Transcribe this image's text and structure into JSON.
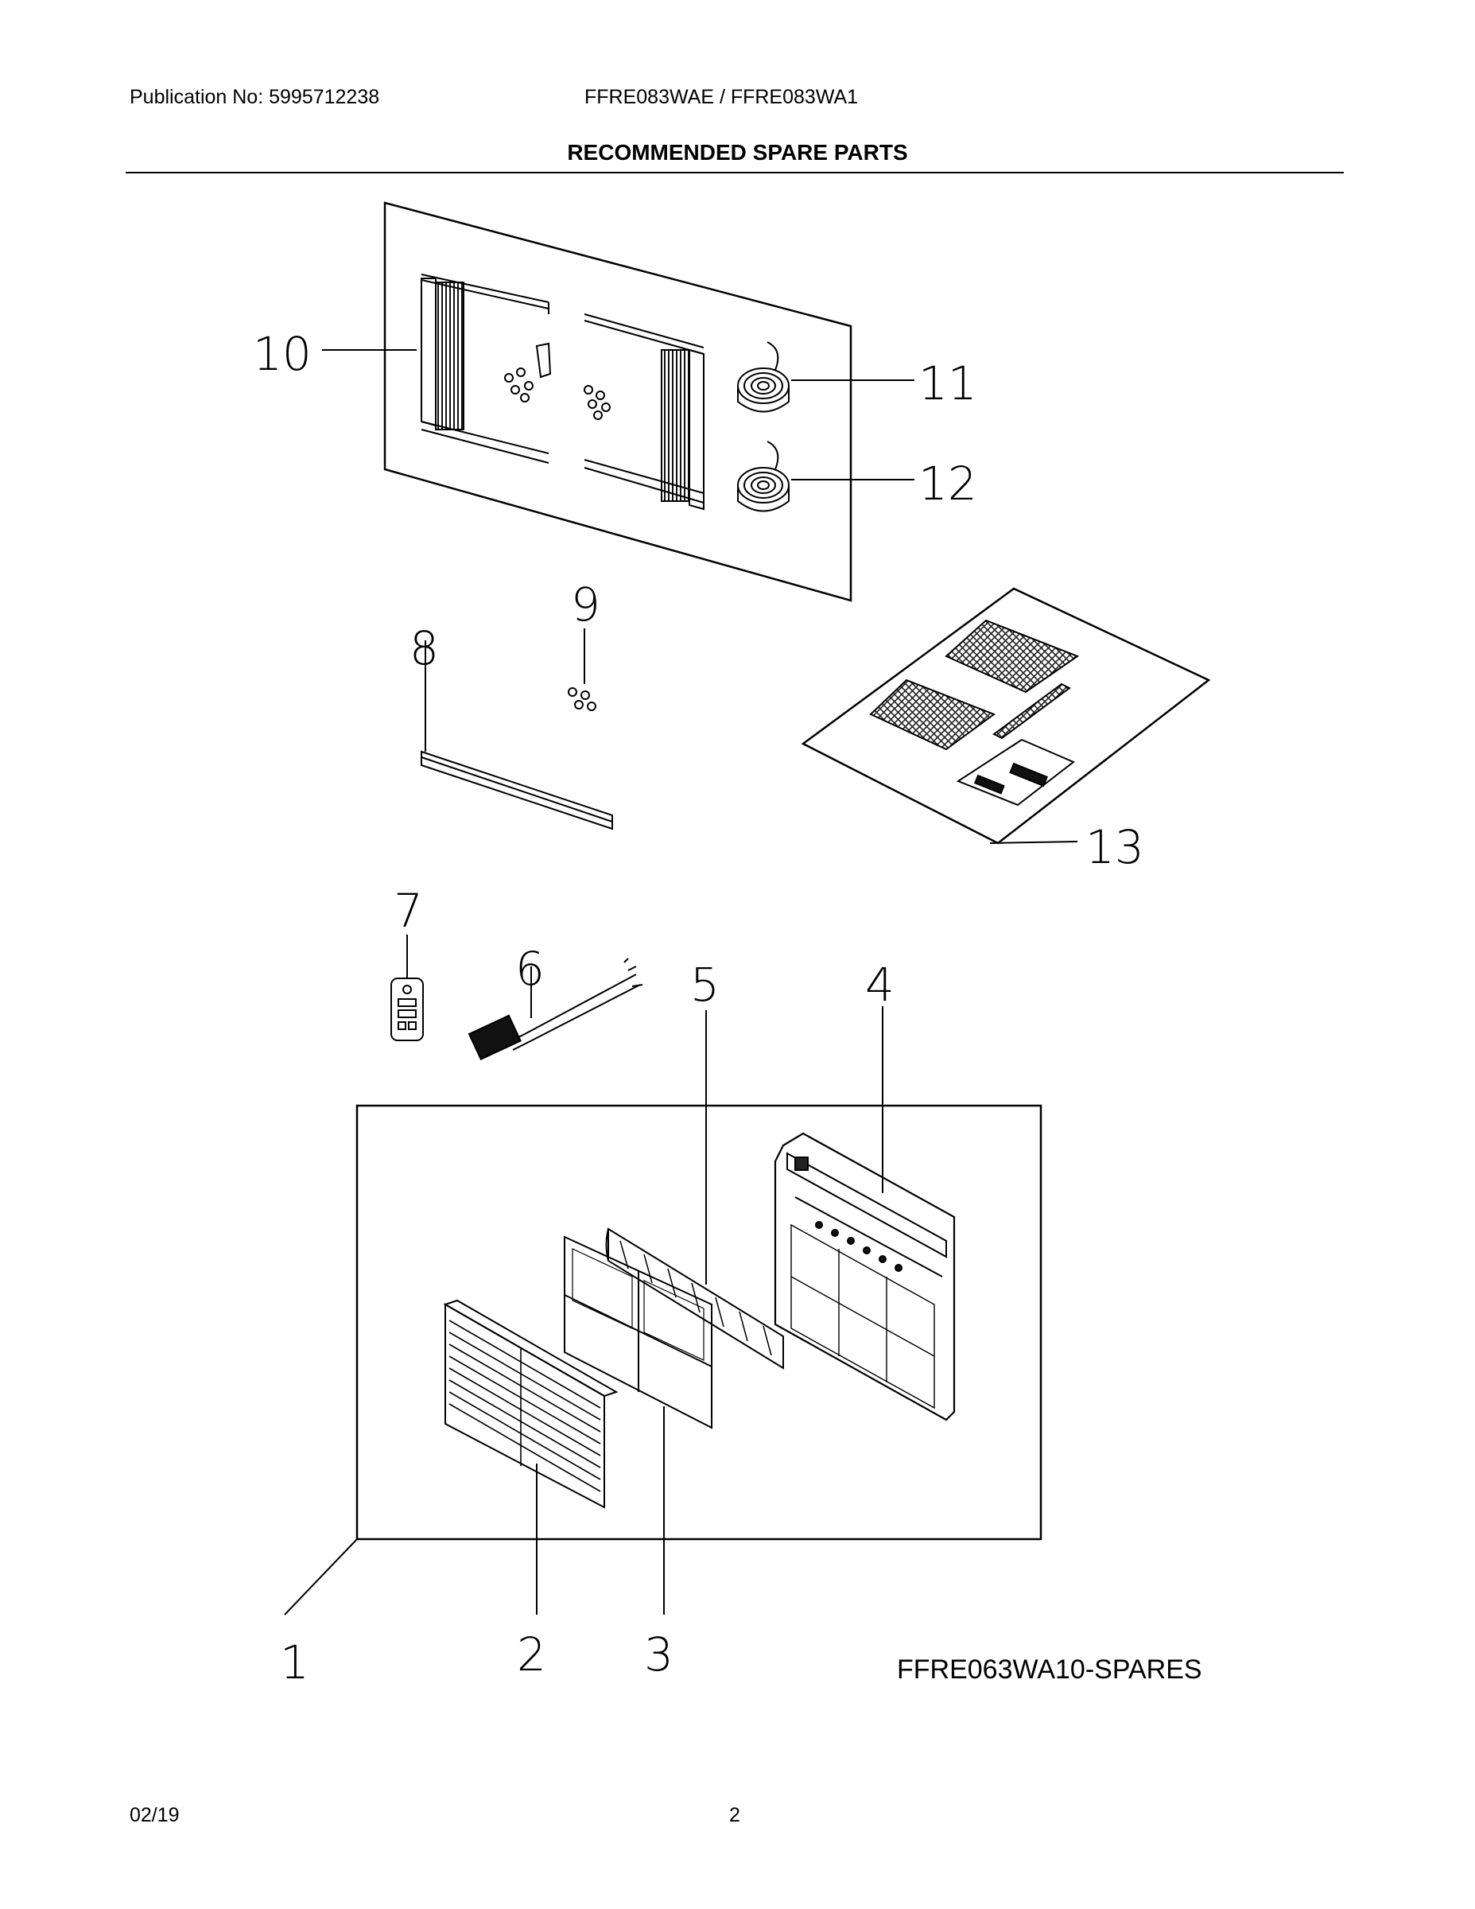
{
  "header": {
    "publication": "Publication No: 5995712238",
    "models": "FFRE083WAE / FFRE083WA1",
    "title": "RECOMMENDED SPARE PARTS"
  },
  "callouts": [
    "1",
    "2",
    "3",
    "4",
    "5",
    "6",
    "7",
    "8",
    "9",
    "10",
    "11",
    "12",
    "13"
  ],
  "diagram_caption": "FFRE063WA10-SPARES",
  "footer": {
    "date": "02/19",
    "page": "2"
  }
}
